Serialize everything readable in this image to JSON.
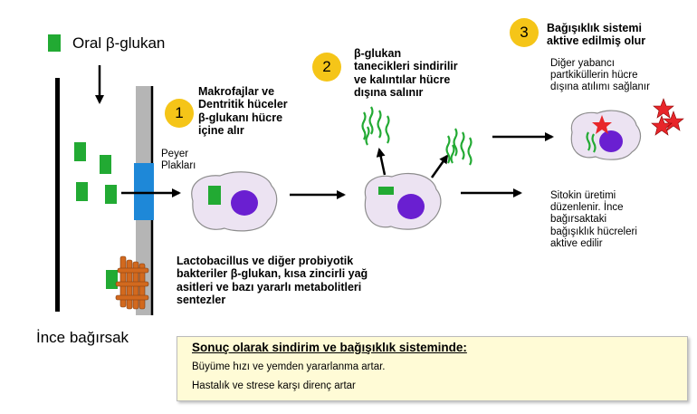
{
  "legend": {
    "label": "Oral β-glukan",
    "marker_color": "#22aa33"
  },
  "intestine": {
    "label": "İnce bağırsak",
    "peyer_label": "Peyer\nPlakları"
  },
  "steps": [
    {
      "number": "1",
      "text": "Makrofajlar ve\nDentritik hüceler\nβ-glukanı hücre\niçine alır"
    },
    {
      "number": "2",
      "text": "β-glukan\ntanecikleri sindirilir\nve kalıntılar hücre\ndışına salınır"
    },
    {
      "number": "3",
      "text": "Bağışıklık sistemi\naktive edilmiş olur"
    }
  ],
  "notes": {
    "foreign_particles": "Diğer yabancı\npartkiküllerin hücre\ndışına atılımı sağlanır",
    "cytokines": "Sitokin üretimi\ndüzenlenir. İnce\nbağırsaktaki\nbağışıklık hücreleri\naktive edilir",
    "probiotics": "Lactobacillus ve diğer probiyotik\nbakteriler β-glukan, kısa zincirli yağ\nasitleri ve bazı yararlı metabolitleri\nsentezler"
  },
  "summary": {
    "title": "Sonuç olarak sindirim ve bağışıklık sisteminde:",
    "lines": [
      "Büyüme hızı ve yemden yararlanma artar.",
      "Hastalık ve strese karşı direnç artar"
    ]
  },
  "colors": {
    "glucan_green": "#22aa33",
    "badge_yellow": "#f5c518",
    "cell_fill": "#ece3f2",
    "nucleus": "#6a1fd1",
    "peyer_blue": "#1e88d8",
    "bacteria_orange": "#d2691e",
    "star_red": "#e8262a",
    "summary_bg": "#fffbd6"
  }
}
